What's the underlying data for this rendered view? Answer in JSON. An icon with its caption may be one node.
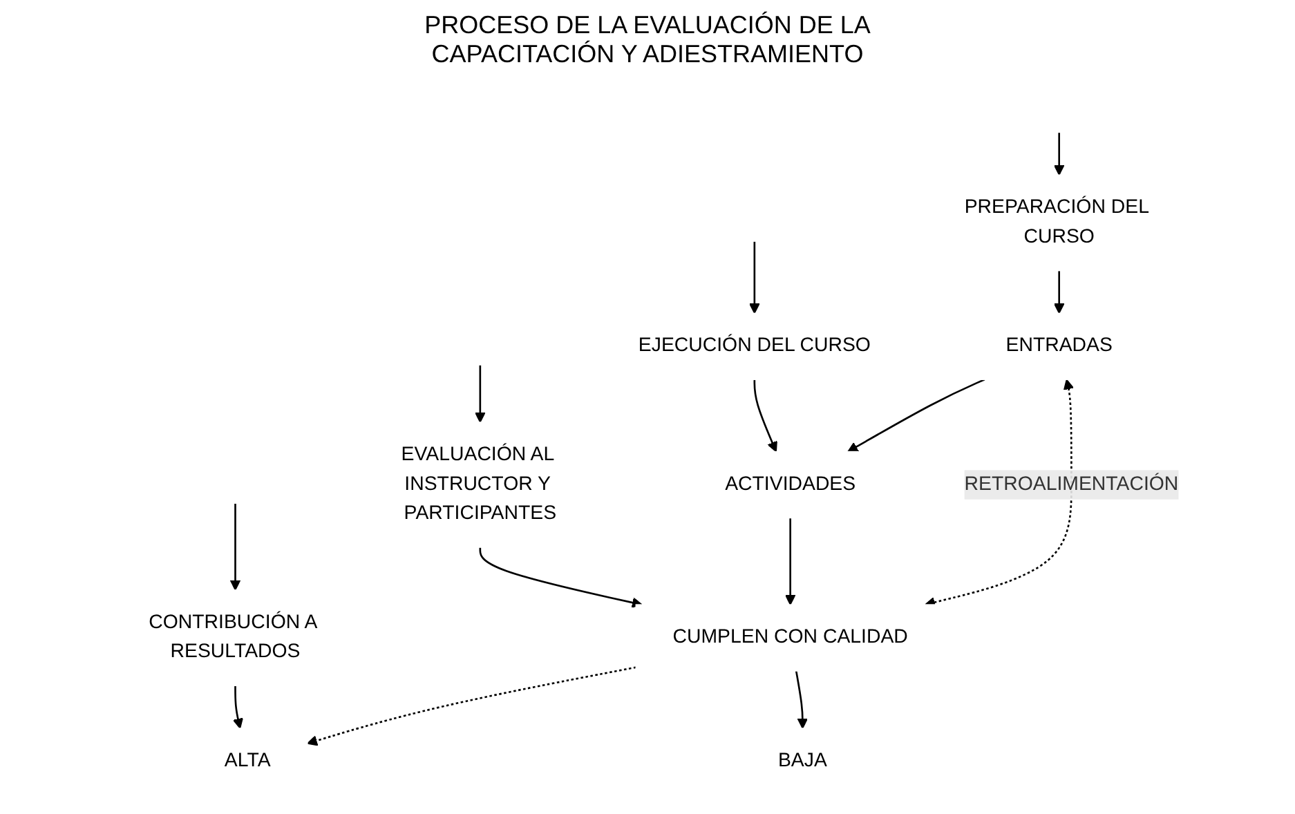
{
  "diagram": {
    "title": "PROCESO DE LA EVALUACIÓN DE LA CAPACITACIÓN Y ADIESTRAMIENTO",
    "nodes": [
      {
        "text": [
          "PREPARACIÓN DEL CURSO"
        ]
      },
      {
        "text": [
          "EJECUCIÓN DEL CURSO"
        ]
      },
      {
        "text": [
          "EVALUACIÓN AL INSTRUCTOR Y PARTICIPANTES"
        ]
      },
      {
        "text": [
          "CONTRIBUCIÓN A RESULTADOS"
        ]
      },
      {
        "text": [
          "ENTRADAS"
        ]
      },
      {
        "text": [
          "ACTIVIDADES"
        ]
      },
      {
        "text": [
          "CUMPLEN CON CALIDAD"
        ]
      },
      {
        "text": [
          "ALTA"
        ]
      },
      {
        "text": [
          "BAJA"
        ]
      }
    ],
    "edges": [
      {
        "from": null,
        "to": 0,
        "arrow": "to"
      },
      {
        "from": null,
        "to": 1,
        "arrow": "to"
      },
      {
        "from": null,
        "to": 2,
        "arrow": "to"
      },
      {
        "from": null,
        "to": 3,
        "arrow": "to"
      },
      {
        "from": 0,
        "to": 4,
        "arrow": "to"
      },
      {
        "from": 1,
        "to": 5,
        "arrow": "to"
      },
      {
        "from": 2,
        "to": 6,
        "arrow": "to"
      },
      {
        "from": 3,
        "to": 7,
        "arrow": "to"
      },
      {
        "from": 4,
        "to": 5,
        "arrow": "to"
      },
      {
        "from": 5,
        "to": 6,
        "arrow": "to"
      },
      {
        "from": 6,
        "to": 7,
        "arrow": "to",
        "style": "dashed"
      },
      {
        "from": 6,
        "to": 8,
        "arrow": "to"
      },
      {
        "from": 6,
        "to": 4,
        "arrow": "both",
        "style": "dashed",
        "label": "RETROALIMENTACIÓN"
      }
    ]
  }
}
